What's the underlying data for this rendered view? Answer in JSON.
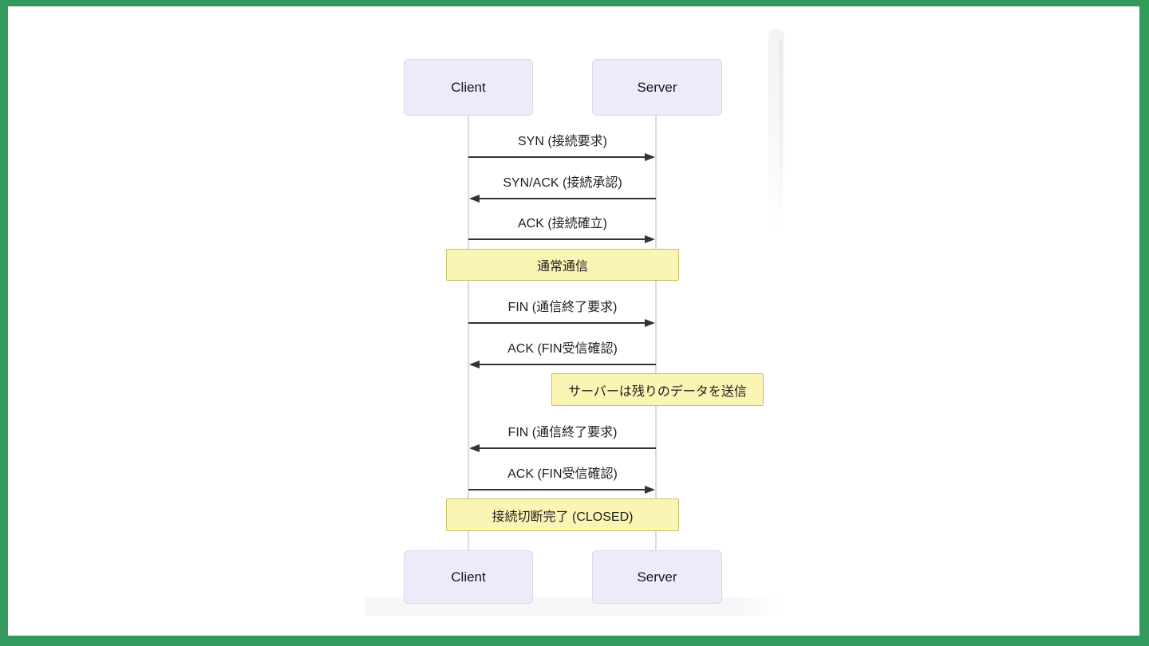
{
  "frame": {
    "color": "#339a5d"
  },
  "diagram": {
    "type": "sequence",
    "actors": {
      "client": "Client",
      "server": "Server"
    },
    "messages": [
      {
        "text": "SYN (接続要求)",
        "from": "client",
        "to": "server"
      },
      {
        "text": "SYN/ACK (接続承認)",
        "from": "server",
        "to": "client"
      },
      {
        "text": "ACK (接続確立)",
        "from": "client",
        "to": "server"
      },
      {
        "text": "FIN (通信終了要求)",
        "from": "client",
        "to": "server"
      },
      {
        "text": "ACK (FIN受信確認)",
        "from": "server",
        "to": "client"
      },
      {
        "text": "FIN (通信終了要求)",
        "from": "server",
        "to": "client"
      },
      {
        "text": "ACK (FIN受信確認)",
        "from": "client",
        "to": "server"
      }
    ],
    "notes": [
      {
        "text": "通常通信",
        "over": "both"
      },
      {
        "text": "サーバーは残りのデータを送信",
        "over": "server"
      },
      {
        "text": "接続切断完了 (CLOSED)",
        "over": "both"
      }
    ],
    "colors": {
      "actor_fill": "#ebebfa",
      "actor_border": "#d8d7ee",
      "note_fill": "#fbf5b4",
      "note_border": "#c9c062",
      "arrow": "#333333",
      "lifeline": "#d9d9e8",
      "frame_green": "#339a5d"
    }
  }
}
